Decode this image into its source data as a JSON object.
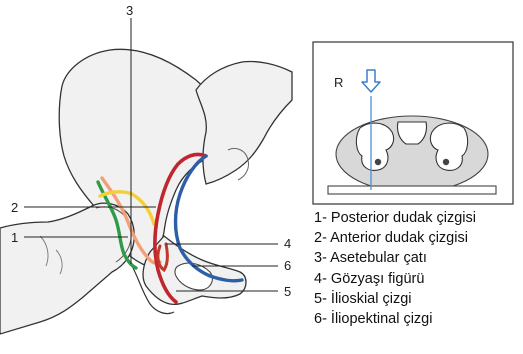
{
  "figure": {
    "callout_numbers": {
      "n1": "1",
      "n2": "2",
      "n3": "3",
      "n4": "4",
      "n5": "5",
      "n6": "6"
    },
    "inset_label": "R",
    "legend": [
      "1- Posterior dudak çizgisi",
      "2- Anterior dudak çizgisi",
      "3- Asetebular çatı",
      "4- Gözyaşı figürü",
      "5- İlioskial çizgi",
      "6- İliopektinal çizgi"
    ],
    "line_colors": {
      "posterior_lip": "#2e9a4a",
      "anterior_lip": "#f2a07a",
      "acetabular_roof": "#f5cf3a",
      "teardrop": "#c0392b",
      "ilioischial": "#c0272d",
      "iliopectineal": "#2d5fa8",
      "beam_arrow": "#4a8fd4"
    }
  }
}
